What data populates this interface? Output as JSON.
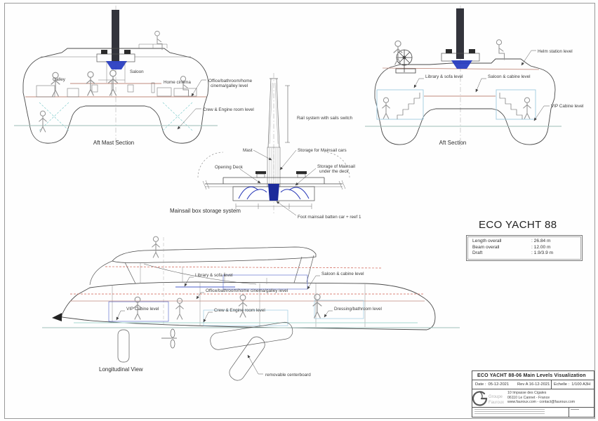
{
  "views": {
    "aft_mast_section": {
      "caption": "Aft Mast Section",
      "galley": "Galley",
      "saloon": "Saloon",
      "home_cinema": "Home cinema",
      "office_lines": [
        "Office/bathroom/home",
        "cinema/galley level"
      ],
      "crew": "Crew & Engine room level"
    },
    "mainsail_box": {
      "caption": "Mainsail box storage  system",
      "rail": "Rail system with sails switch",
      "mast": "Mast",
      "storage_cars": "Storage for Mainsail cars",
      "opening_deck": "Opening Deck",
      "storage_lines": [
        "Storage of Mainsail",
        "under the deck"
      ],
      "foot": "Foot mainsail batten car + reef 1"
    },
    "aft_section": {
      "caption": "Aft Section",
      "helm": "Helm station level",
      "library": "Library & sofa level",
      "saloon_cabine": "Saloon & cabine level",
      "vip": "VIP Cabine level"
    },
    "longitudinal": {
      "caption": "Longitudinal View",
      "library": "Library & sofa level",
      "saloon_cabine": "Saloon & cabine level",
      "office": "Office/bathroom/home cinema/galley level",
      "vip": "VIP Cabine level",
      "crew": "Crew & Engine room level",
      "dressing": "Dressing/bathroom level",
      "centerboard": "removable  centerboard"
    }
  },
  "spec": {
    "title": "ECO YACHT 88",
    "rows": [
      {
        "label": "Length overall",
        "value": ": 26.84 m"
      },
      {
        "label": "Beam overall",
        "value": ": 12.00 m"
      },
      {
        "label": "Draft",
        "value": ": 1.9/3.9 m"
      }
    ]
  },
  "title_block": {
    "doc_title": "ECO YACHT 88-06  Main Levels Visualization",
    "date_label": "Date :",
    "date_value": "05-12-2021",
    "rev": "Rev A 16-12-2021",
    "scale_label": "Echelle :",
    "scale_value": "1/100 A3H",
    "company_line1": "Groupe",
    "company_line2": "Fauroux",
    "address": [
      "10 Impasse des Cigales",
      "06110 Le Cannet - France",
      "www.fauroux.com - contact@fauroux.com"
    ]
  },
  "palette": {
    "ink": "#4a4a4a",
    "level_salmon": "#c08a7c",
    "level_red_dashed": "#cf5f50",
    "cyan_dashed": "#86cfcf",
    "water_teal": "#a7d8d0",
    "stair_blue": "#9fcbe0",
    "accent_blue": "#2438c0",
    "figure_gray": "#949494"
  }
}
